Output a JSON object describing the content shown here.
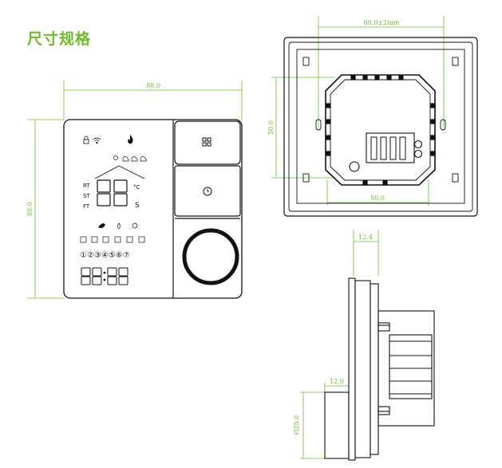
{
  "title": "尺寸规格",
  "accent_color": "#6fba2c",
  "line_color": "#111111",
  "front_view": {
    "width_dim": "88.0",
    "height_dim": "88.0",
    "sensor_labels": [
      "RT",
      "ST",
      "FT"
    ],
    "unit_celsius": "°C",
    "unit_s": "S",
    "digits": "88",
    "clock": "88:88",
    "day_numbers": "①②③④⑤⑥⑦",
    "buttons": [
      "menu-grid-icon",
      "clock-icon",
      "dial-knob"
    ]
  },
  "back_view": {
    "hole_spacing_dim": "60.0±2mm",
    "height_dim": "50.0",
    "box_width_dim": "50.0"
  },
  "side_view": {
    "depth_dim": "12.4",
    "base_depth_dim": "12.0",
    "diameter_dim": "Ø25.0"
  }
}
